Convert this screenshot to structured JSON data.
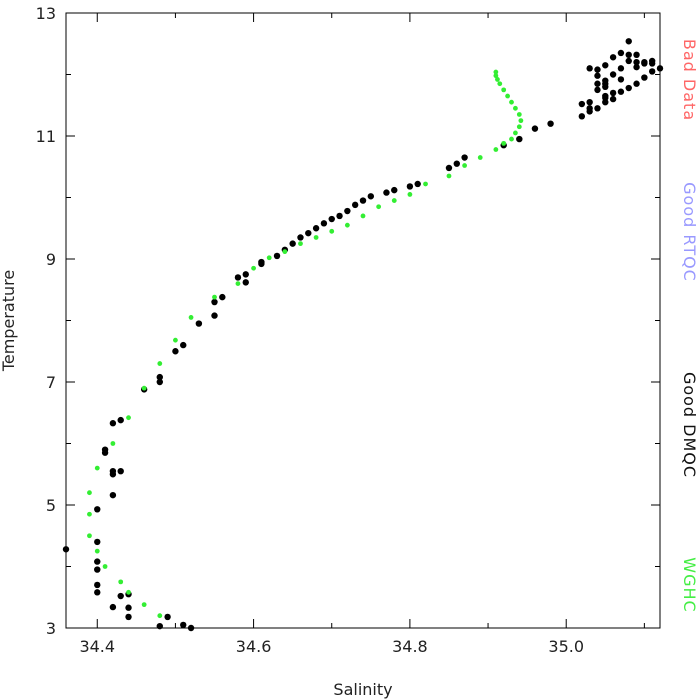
{
  "chart_data": {
    "type": "scatter",
    "title": "",
    "xlabel": "Salinity",
    "ylabel": "Temperature",
    "xlim": [
      34.36,
      35.12
    ],
    "ylim": [
      3,
      13
    ],
    "x_ticks": [
      34.4,
      34.6,
      34.8,
      35.0
    ],
    "x_tick_labels": [
      "34.4",
      "34.6",
      "34.8",
      "35.0"
    ],
    "y_ticks": [
      3,
      5,
      7,
      9,
      11,
      13
    ],
    "y_tick_labels": [
      "3",
      "5",
      "7",
      "9",
      "11",
      "13"
    ],
    "grid": false,
    "legend_position": "right",
    "legend": [
      {
        "label": "Bad Data",
        "color": "#ff6666"
      },
      {
        "label": "Good RTQC",
        "color": "#9999ff"
      },
      {
        "label": "Good DMQC",
        "color": "#111111"
      },
      {
        "label": "WGHC",
        "color": "#44ee44"
      }
    ],
    "series": [
      {
        "name": "Good DMQC",
        "color": "#000000",
        "points": [
          [
            34.52,
            3.0
          ],
          [
            34.51,
            3.05
          ],
          [
            34.48,
            3.03
          ],
          [
            34.49,
            3.18
          ],
          [
            34.44,
            3.18
          ],
          [
            34.44,
            3.33
          ],
          [
            34.42,
            3.34
          ],
          [
            34.44,
            3.55
          ],
          [
            34.43,
            3.52
          ],
          [
            34.4,
            3.58
          ],
          [
            34.4,
            3.7
          ],
          [
            34.4,
            3.95
          ],
          [
            34.4,
            4.08
          ],
          [
            34.36,
            4.28
          ],
          [
            34.4,
            4.4
          ],
          [
            34.4,
            4.93
          ],
          [
            34.42,
            5.16
          ],
          [
            34.42,
            5.5
          ],
          [
            34.42,
            5.55
          ],
          [
            34.43,
            5.55
          ],
          [
            34.41,
            5.85
          ],
          [
            34.41,
            5.9
          ],
          [
            34.42,
            6.33
          ],
          [
            34.43,
            6.38
          ],
          [
            34.46,
            6.88
          ],
          [
            34.48,
            7.0
          ],
          [
            34.48,
            7.08
          ],
          [
            34.5,
            7.5
          ],
          [
            34.51,
            7.6
          ],
          [
            34.53,
            7.95
          ],
          [
            34.55,
            8.08
          ],
          [
            34.55,
            8.3
          ],
          [
            34.56,
            8.38
          ],
          [
            34.59,
            8.62
          ],
          [
            34.58,
            8.7
          ],
          [
            34.59,
            8.75
          ],
          [
            34.61,
            8.92
          ],
          [
            34.61,
            8.95
          ],
          [
            34.63,
            9.05
          ],
          [
            34.64,
            9.15
          ],
          [
            34.65,
            9.25
          ],
          [
            34.66,
            9.35
          ],
          [
            34.67,
            9.42
          ],
          [
            34.68,
            9.5
          ],
          [
            34.69,
            9.58
          ],
          [
            34.7,
            9.65
          ],
          [
            34.71,
            9.7
          ],
          [
            34.72,
            9.78
          ],
          [
            34.73,
            9.88
          ],
          [
            34.74,
            9.95
          ],
          [
            34.75,
            10.02
          ],
          [
            34.77,
            10.08
          ],
          [
            34.78,
            10.12
          ],
          [
            34.8,
            10.18
          ],
          [
            34.81,
            10.22
          ],
          [
            34.85,
            10.48
          ],
          [
            34.86,
            10.55
          ],
          [
            34.87,
            10.65
          ],
          [
            34.92,
            10.85
          ],
          [
            34.94,
            10.95
          ],
          [
            34.96,
            11.12
          ],
          [
            34.98,
            11.2
          ],
          [
            35.02,
            11.32
          ],
          [
            35.03,
            11.4
          ],
          [
            35.04,
            11.45
          ],
          [
            35.05,
            11.55
          ],
          [
            35.06,
            11.6
          ],
          [
            35.05,
            11.65
          ],
          [
            35.06,
            11.7
          ],
          [
            35.07,
            11.72
          ],
          [
            35.08,
            11.78
          ],
          [
            35.09,
            11.85
          ],
          [
            35.1,
            11.95
          ],
          [
            35.11,
            12.05
          ],
          [
            35.12,
            12.1
          ],
          [
            35.11,
            12.18
          ],
          [
            35.1,
            12.2
          ],
          [
            35.09,
            12.2
          ],
          [
            35.08,
            12.22
          ],
          [
            35.08,
            12.32
          ],
          [
            35.07,
            12.35
          ],
          [
            35.06,
            12.28
          ],
          [
            35.05,
            12.15
          ],
          [
            35.04,
            12.08
          ],
          [
            35.03,
            12.1
          ],
          [
            35.04,
            11.98
          ],
          [
            35.05,
            11.9
          ],
          [
            35.04,
            11.85
          ],
          [
            35.05,
            11.8
          ],
          [
            35.04,
            11.75
          ],
          [
            35.03,
            11.55
          ],
          [
            35.03,
            11.45
          ],
          [
            35.02,
            11.52
          ],
          [
            35.05,
            11.85
          ],
          [
            35.07,
            12.1
          ],
          [
            35.09,
            12.12
          ],
          [
            35.1,
            12.18
          ],
          [
            35.08,
            12.54
          ],
          [
            35.09,
            12.32
          ],
          [
            35.11,
            12.22
          ],
          [
            35.06,
            12.0
          ],
          [
            35.07,
            11.92
          ],
          [
            35.05,
            11.62
          ]
        ]
      },
      {
        "name": "WGHC",
        "color": "#33ee33",
        "points": [
          [
            34.48,
            3.2
          ],
          [
            34.46,
            3.38
          ],
          [
            34.44,
            3.58
          ],
          [
            34.43,
            3.75
          ],
          [
            34.41,
            4.0
          ],
          [
            34.4,
            4.25
          ],
          [
            34.39,
            4.5
          ],
          [
            34.39,
            4.85
          ],
          [
            34.39,
            5.2
          ],
          [
            34.4,
            5.6
          ],
          [
            34.42,
            6.0
          ],
          [
            34.44,
            6.42
          ],
          [
            34.46,
            6.9
          ],
          [
            34.48,
            7.3
          ],
          [
            34.5,
            7.68
          ],
          [
            34.52,
            8.05
          ],
          [
            34.55,
            8.38
          ],
          [
            34.58,
            8.6
          ],
          [
            34.6,
            8.85
          ],
          [
            34.62,
            9.02
          ],
          [
            34.64,
            9.12
          ],
          [
            34.66,
            9.25
          ],
          [
            34.68,
            9.35
          ],
          [
            34.7,
            9.45
          ],
          [
            34.72,
            9.55
          ],
          [
            34.74,
            9.7
          ],
          [
            34.76,
            9.85
          ],
          [
            34.78,
            9.95
          ],
          [
            34.8,
            10.05
          ],
          [
            34.82,
            10.22
          ],
          [
            34.85,
            10.35
          ],
          [
            34.87,
            10.52
          ],
          [
            34.89,
            10.65
          ],
          [
            34.91,
            10.78
          ],
          [
            34.92,
            10.88
          ],
          [
            34.93,
            10.95
          ],
          [
            34.935,
            11.05
          ],
          [
            34.94,
            11.15
          ],
          [
            34.942,
            11.25
          ],
          [
            34.94,
            11.35
          ],
          [
            34.935,
            11.45
          ],
          [
            34.93,
            11.55
          ],
          [
            34.925,
            11.65
          ],
          [
            34.92,
            11.75
          ],
          [
            34.915,
            11.85
          ],
          [
            34.912,
            11.92
          ],
          [
            34.91,
            11.98
          ],
          [
            34.91,
            12.04
          ]
        ]
      }
    ]
  }
}
